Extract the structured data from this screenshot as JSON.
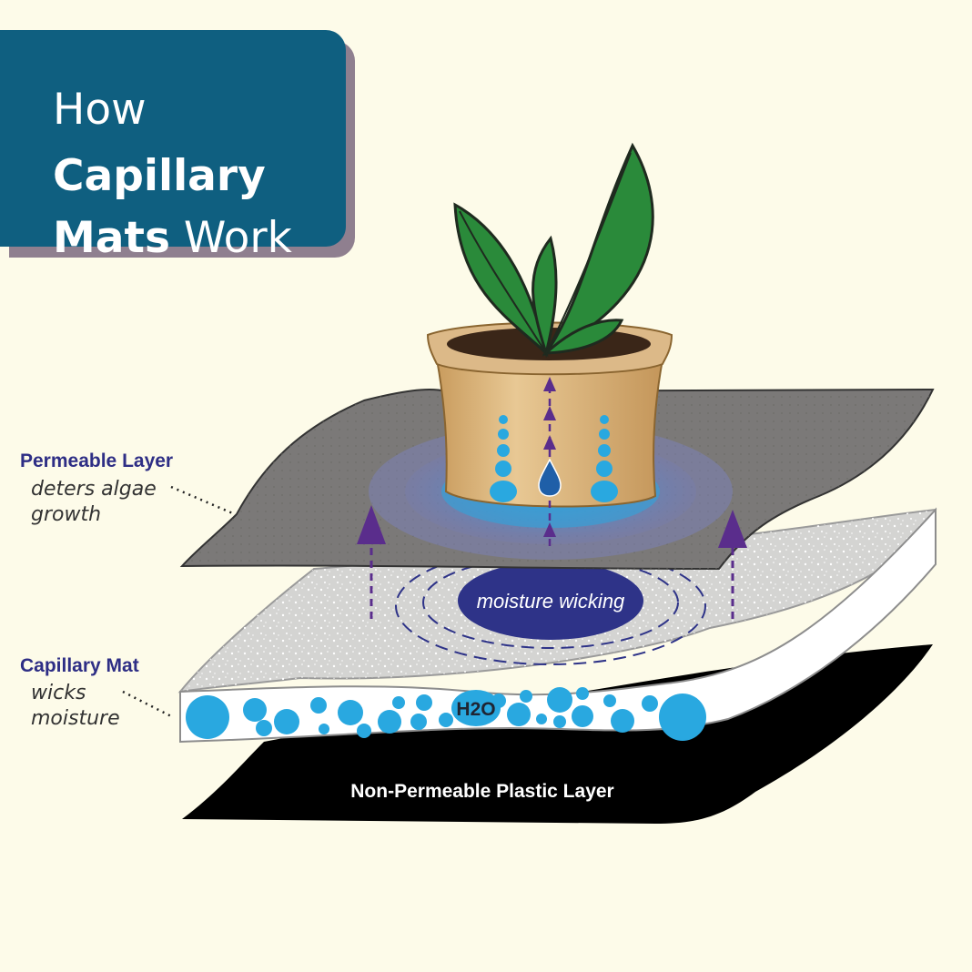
{
  "title": {
    "line1": "How",
    "line2": "Capillary",
    "line3_bold": "Mats",
    "line3_rest": " Work"
  },
  "labels": {
    "permeable": {
      "heading": "Permeable Layer",
      "sub1": "deters algae",
      "sub2": "growth"
    },
    "capillary": {
      "heading": "Capillary Mat",
      "sub1": "wicks",
      "sub2": "moisture"
    },
    "wicking": "moisture wicking",
    "water": "H2O",
    "plastic": "Non-Permeable Plastic Layer"
  },
  "colors": {
    "background": "#fdfbe9",
    "title_box": "#0f5f80",
    "title_shadow": "#8f7f8f",
    "label_heading": "#2e2e85",
    "water_blue": "#29a8e0",
    "arrow_purple": "#5a2d8c",
    "wicking_oval": "#2e3388",
    "pot": "#d8b47c",
    "leaf": "#2a8a3a"
  }
}
